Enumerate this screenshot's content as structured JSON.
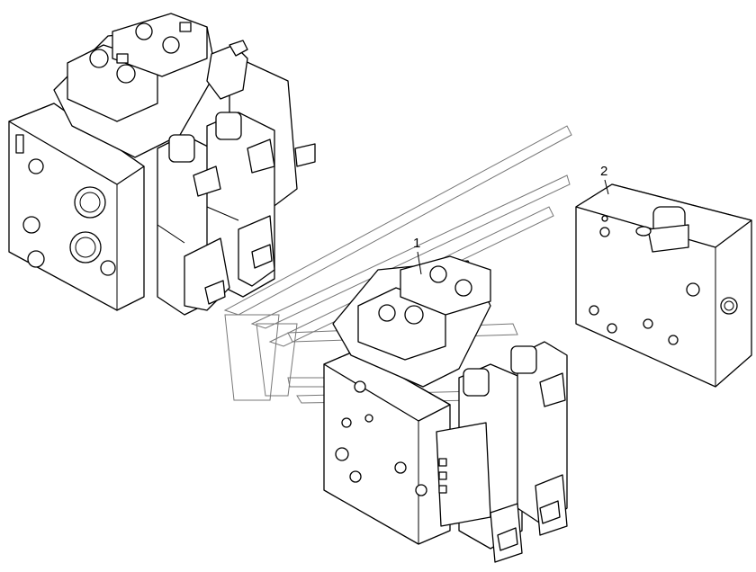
{
  "drawing": {
    "callouts": [
      {
        "id": "1",
        "label": "1"
      },
      {
        "id": "2",
        "label": "2"
      }
    ],
    "colors": {
      "line": "#000000",
      "background": "#ffffff",
      "watermark": "#777777"
    }
  }
}
